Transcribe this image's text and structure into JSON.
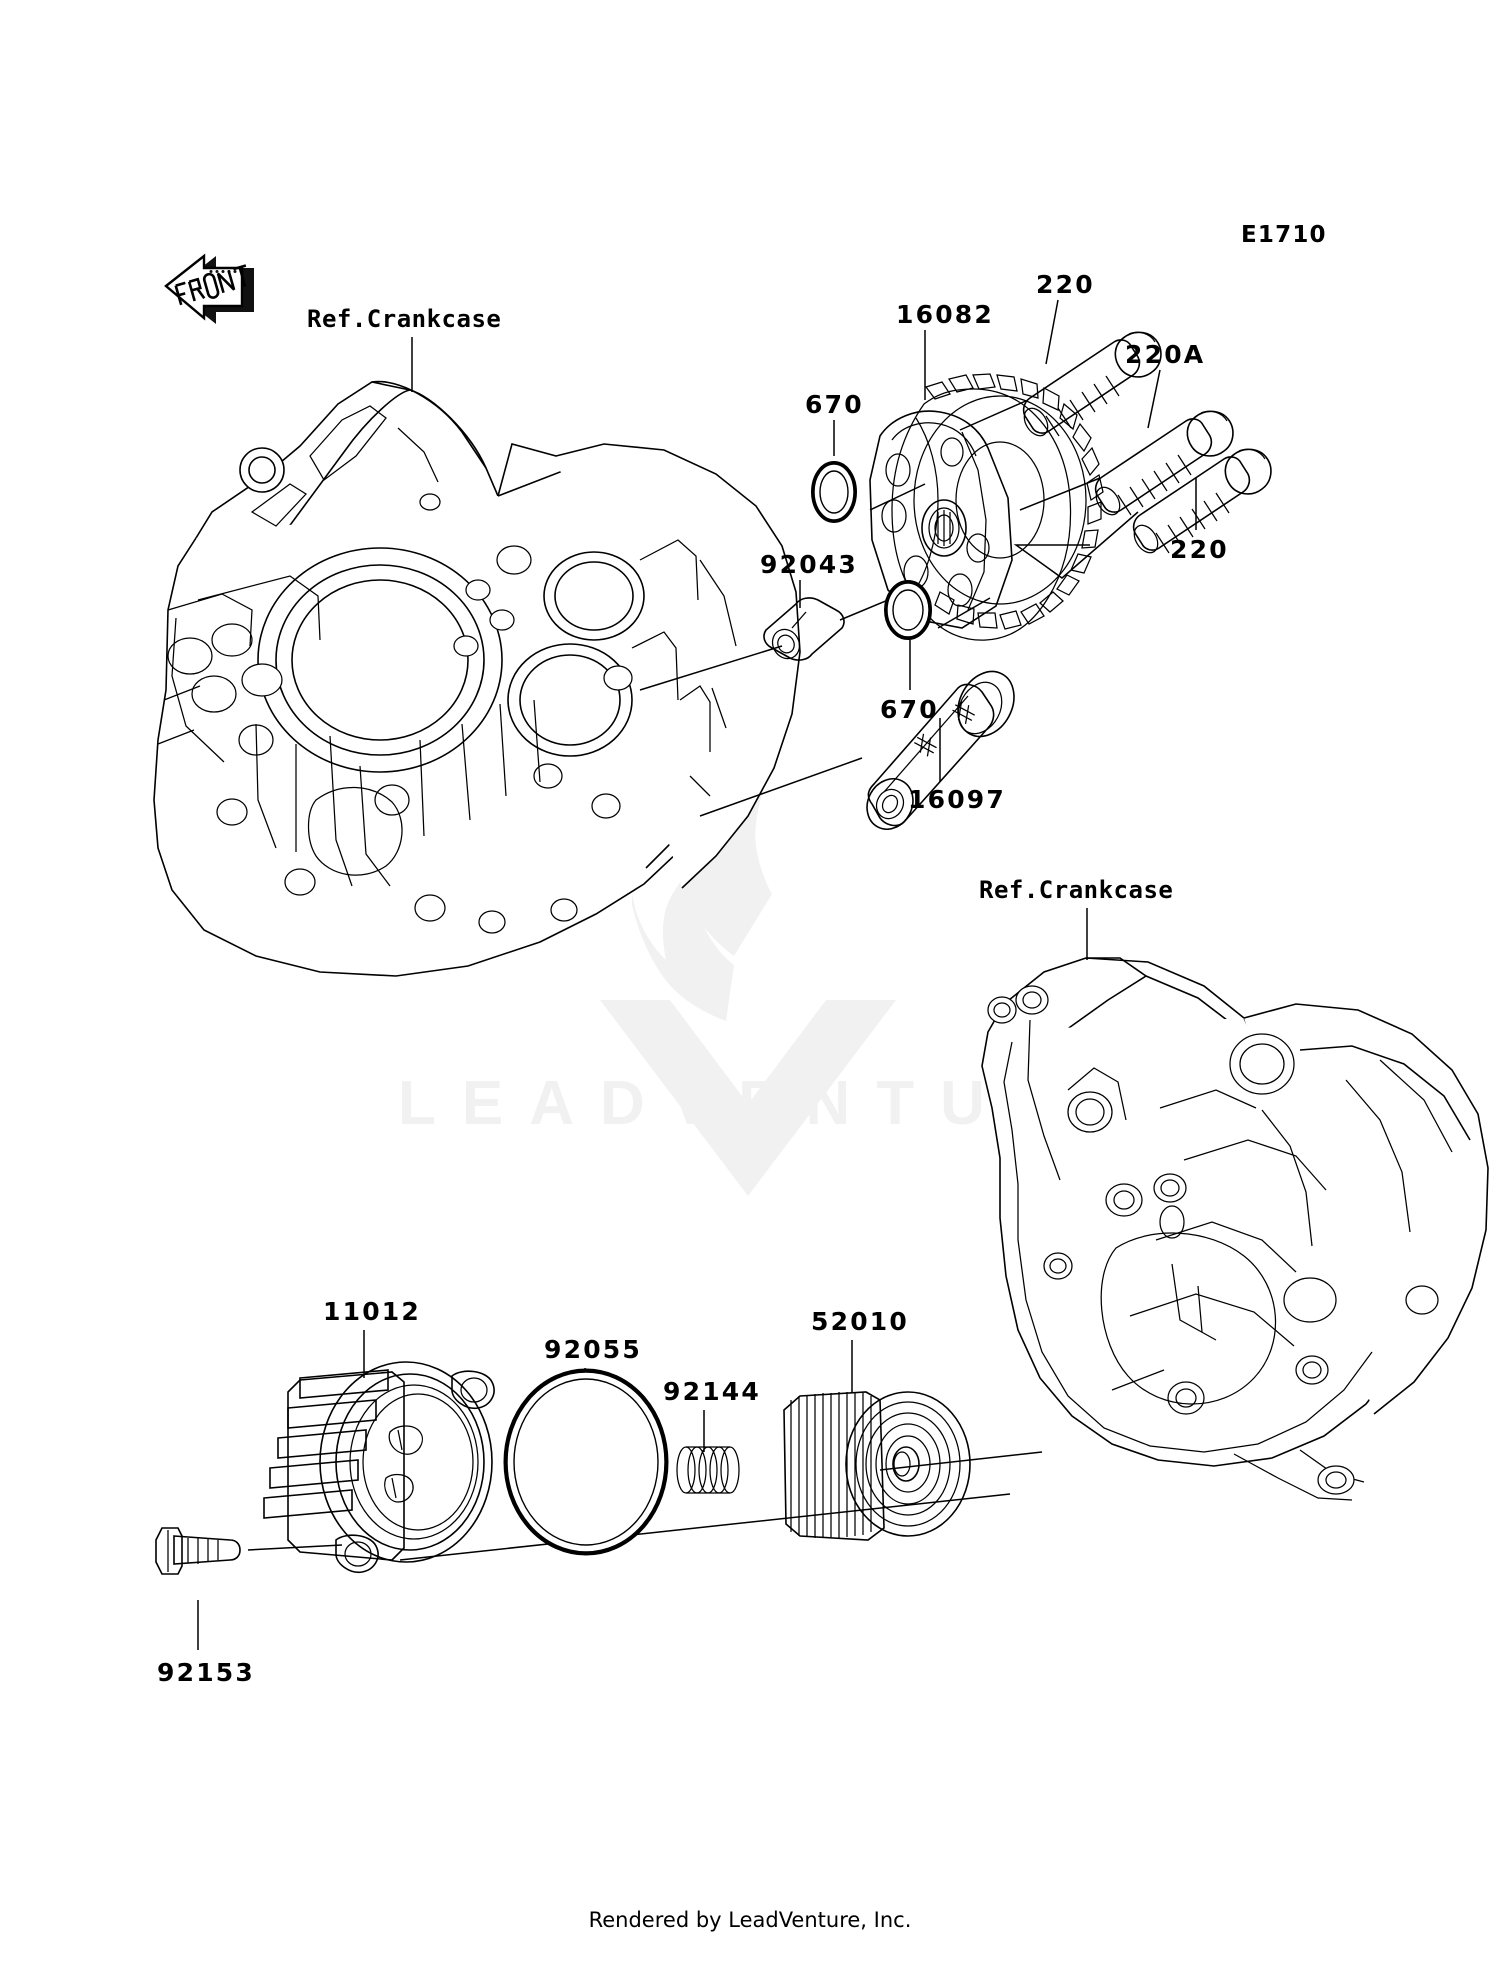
{
  "diagram": {
    "code": "E1710",
    "front_arrow_text": "FRONT",
    "ref_label_left": "Ref.Crankcase",
    "ref_label_right": "Ref.Crankcase"
  },
  "watermark": {
    "text": "LEADVENTURE",
    "logo": "flame-v-logo",
    "color": "#f1f1f1"
  },
  "footer": {
    "text": "Rendered by LeadVenture, Inc."
  },
  "parts": {
    "oil_pump_gear": "16082",
    "bolt_top": "220",
    "bolt_middle": "220A",
    "bolt_bottom": "220",
    "oring_upper": "670",
    "pin": "92043",
    "oring_lower": "670",
    "relief_valve": "16097",
    "filter_cap": "11012",
    "oring_cap": "92055",
    "spring": "92144",
    "filter_element": "52010",
    "bolt_cap": "92153"
  },
  "callouts": [
    {
      "id": "16082",
      "label": "16082"
    },
    {
      "id": "220-top",
      "label": "220"
    },
    {
      "id": "220A",
      "label": "220A"
    },
    {
      "id": "220-bottom",
      "label": "220"
    },
    {
      "id": "670-upper",
      "label": "670"
    },
    {
      "id": "92043",
      "label": "92043"
    },
    {
      "id": "670-lower",
      "label": "670"
    },
    {
      "id": "16097",
      "label": "16097"
    },
    {
      "id": "11012",
      "label": "11012"
    },
    {
      "id": "92055",
      "label": "92055"
    },
    {
      "id": "92144",
      "label": "92144"
    },
    {
      "id": "52010",
      "label": "52010"
    },
    {
      "id": "92153",
      "label": "92153"
    }
  ],
  "colors": {
    "line": "#000000",
    "background": "#ffffff",
    "watermark": "#f1f1f1"
  }
}
